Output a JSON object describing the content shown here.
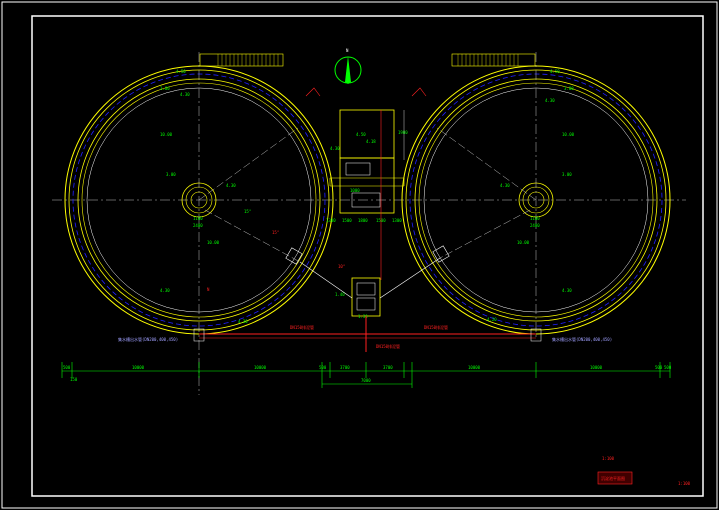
{
  "drawing": {
    "north_mark": "N",
    "dims_bottom": [
      "500",
      "10000",
      "10000",
      "500",
      "3700",
      "3700",
      "10000",
      "10000",
      "500",
      "500",
      "150"
    ],
    "dim_total_center": "7000",
    "left_tank": {
      "elev_labels": [
        "4.50",
        "3.00",
        "4.30",
        "10.00",
        "3.00",
        "4.30",
        "10.00",
        "4.30",
        "4.20",
        "10.00",
        "3.60",
        "4.20"
      ],
      "center_labels": [
        "1100",
        "2400"
      ],
      "angle_labels": [
        "15°",
        "15°",
        "10°"
      ]
    },
    "right_tank": {
      "elev_labels": [
        "4.50",
        "3.00",
        "4.30",
        "10.00",
        "3.00",
        "4.30",
        "10.00",
        "4.30",
        "4.20",
        "10.00",
        "3.60",
        "4.20"
      ],
      "center_labels": [
        "1100",
        "2400"
      ]
    },
    "center_building": {
      "labels": [
        "4.18",
        "4.30",
        "4.50",
        "1900",
        "1500",
        "1800",
        "1500",
        "1300",
        "1300",
        "1000",
        "1.40",
        "1.30"
      ]
    },
    "pipe_labels_red": [
      "DN150排泥管",
      "DN150排泥管",
      "DN150排泥管"
    ],
    "pipe_labels_blue": [
      "集水槽出水管(DN200,400,450)",
      "集水槽出水管(DN200,400,450)"
    ],
    "legend": {
      "scale_text": "1:100",
      "title_box": "沉淀池平面图",
      "sheet_no": "1:100"
    }
  },
  "colors": {
    "frame": "#ffffff",
    "tank_outer": "#ffff00",
    "tank_blue": "#2020ff",
    "dim": "#00ff00",
    "pipe": "#ff2020",
    "center_line": "#c0c0c0",
    "annotation": "#ff00ff"
  }
}
